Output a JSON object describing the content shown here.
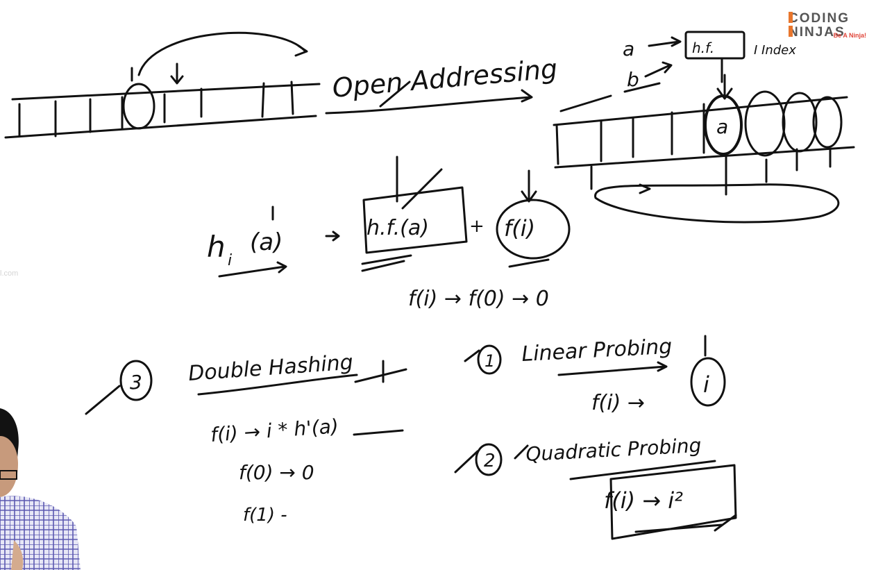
{
  "logo": {
    "line1": "CODING",
    "line2": "NINJAS",
    "tagline": "Be A Ninja!",
    "colors": {
      "primary": "#555555",
      "accent": "#e8762d",
      "tagline": "#e0453a"
    }
  },
  "watermark": "l.com",
  "board": {
    "top_heading": "Open Addressing",
    "key_a": "a",
    "key_b": "b",
    "hash_box": "h.f.",
    "index_note": "I Index",
    "array_cell_a": "a",
    "formula": {
      "lhs": "h",
      "lhs_sub": "i",
      "lhs_arg": "(a)",
      "arrow": "→",
      "hash_term": "h.f.(a)",
      "plus": "+",
      "probe_term": "f(i)",
      "base_case": "f(i) → f(0) → 0"
    },
    "strategies": [
      {
        "number": "1",
        "name": "Linear Probing",
        "rule": "f(i) →",
        "result": "i"
      },
      {
        "number": "2",
        "name": "Quadratic Probing",
        "rule": "f(i) → i²"
      },
      {
        "number": "3",
        "name": "Double Hashing",
        "rule": "f(i) → i * h'(a)",
        "step0": "f(0) → 0",
        "step1": "f(1) -"
      }
    ]
  }
}
